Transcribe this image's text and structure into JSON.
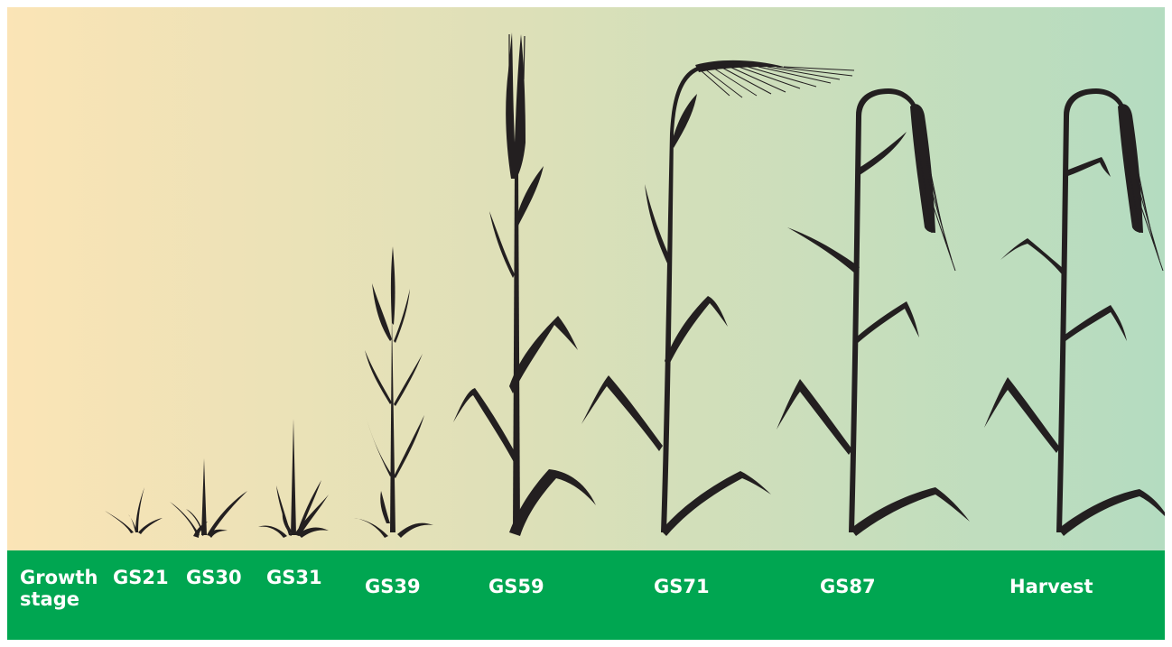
{
  "colors": {
    "gradient_left": "#fbe4b6",
    "gradient_mid": "#dde0b8",
    "gradient_right": "#b4dcc0",
    "band": "#00a651",
    "plant": "#231f20",
    "label_text": "#ffffff"
  },
  "label_title": "Growth stage",
  "stages": [
    {
      "code": "GS21",
      "icon": "seedling-tillering-icon"
    },
    {
      "code": "GS30",
      "icon": "seedling-icon"
    },
    {
      "code": "GS31",
      "icon": "first-node-icon"
    },
    {
      "code": "GS39",
      "icon": "flag-leaf-icon"
    },
    {
      "code": "GS59",
      "icon": "ear-emerged-icon"
    },
    {
      "code": "GS71",
      "icon": "grain-fill-icon"
    },
    {
      "code": "GS87",
      "icon": "hard-dough-icon"
    },
    {
      "code": "Harvest",
      "icon": "harvest-ripe-icon"
    }
  ]
}
